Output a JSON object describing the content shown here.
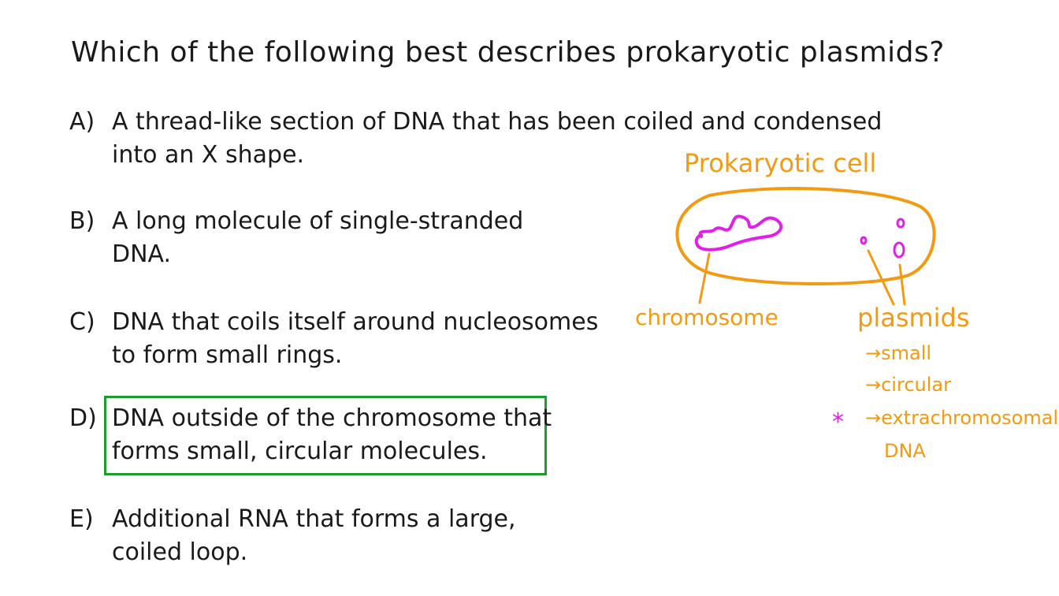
{
  "question": "Which of the following best describes prokaryotic plasmids?",
  "options": [
    {
      "letter": "A)",
      "lines": [
        "A thread-like section of DNA that has been coiled and condensed",
        "into an X shape."
      ]
    },
    {
      "letter": "B)",
      "lines": [
        "A long molecule of single-stranded",
        "DNA."
      ]
    },
    {
      "letter": "C)",
      "lines": [
        "DNA that coils itself around nucleosomes",
        "to form small rings."
      ]
    },
    {
      "letter": "D)",
      "lines": [
        "DNA outside of the chromosome that",
        "forms small, circular molecules."
      ]
    },
    {
      "letter": "E)",
      "lines": [
        "Additional RNA that forms a large,",
        "coiled loop."
      ]
    }
  ],
  "diagram": {
    "title": "Prokaryotic cell",
    "chromosome_label": "chromosome",
    "plasmids_label": "plasmids",
    "properties": [
      "→small",
      "→circular",
      "→extrachromosomal",
      "DNA"
    ],
    "star": "*",
    "colors": {
      "cell": "#f29a12",
      "dna": "#e21fe6",
      "answer_box": "#1f9a2e"
    }
  }
}
